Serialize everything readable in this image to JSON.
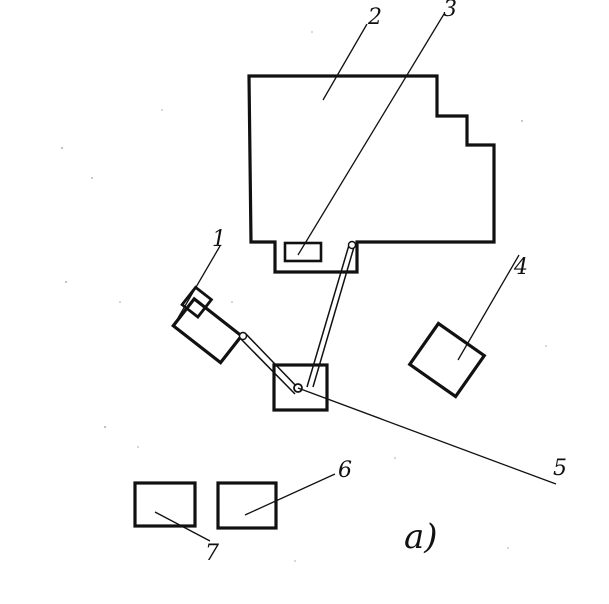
{
  "labels": {
    "one": "1",
    "two": "2",
    "three": "3",
    "four": "4",
    "five": "5",
    "six": "6",
    "seven": "7"
  },
  "caption": "a)",
  "colors": {
    "ink": "#111111",
    "paper": "#ffffff"
  }
}
